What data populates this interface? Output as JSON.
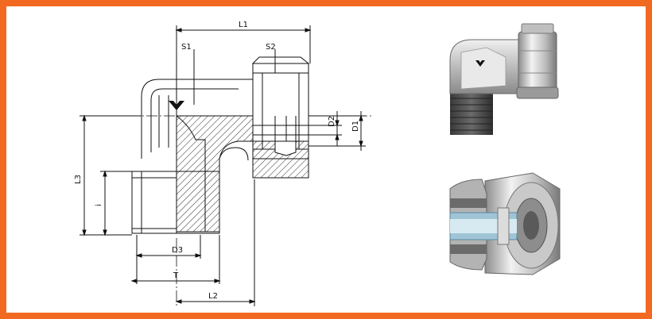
{
  "colors": {
    "frame": "#f26a21",
    "line": "#111111",
    "metal_light": "#e6e6e6",
    "metal_mid": "#a8a8a8",
    "metal_dark": "#555555",
    "seal_blue": "#9fc4d6"
  },
  "labels": {
    "L1": "L1",
    "L2": "L2",
    "L3": "L3",
    "S1": "S1",
    "S2": "S2",
    "D1": "D1",
    "D2": "D2",
    "D3": "D3",
    "i": "i",
    "T": "T"
  },
  "icons": [
    "brand-logo-icon"
  ],
  "views": [
    "technical-drawing",
    "fitting-3d-render",
    "fitting-cutaway-render"
  ]
}
